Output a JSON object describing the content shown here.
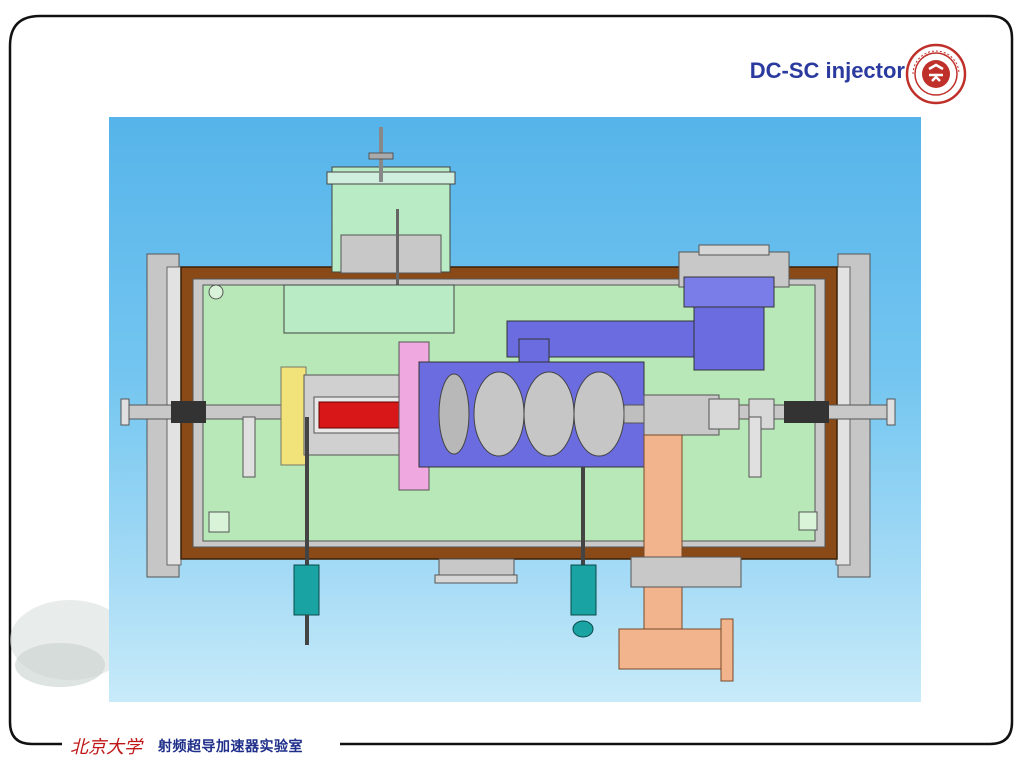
{
  "slide": {
    "title": "DC-SC injector",
    "footer_university": "北京大学",
    "footer_lab": "射频超导加速器实验室"
  },
  "colors": {
    "title": "#2b3a9e",
    "frame": "#111111",
    "background_panel": "#5ab6ea",
    "vessel_wall": "#8a4a18",
    "vacuum_interior": "#b9e8b8",
    "cavity": "#6a6ce0",
    "beampipe": "#c8c8c8",
    "dc_gun_core": "#d81818",
    "flange_yellow": "#f2e27a",
    "pink_block": "#f0a8e0",
    "coupler": "#f2b48c",
    "tuner": "#1aa3a3",
    "seal": "#c0302a",
    "footer_script": "#c01818",
    "footer_lab": "#1f2f8a"
  },
  "icons": [
    "university-seal-icon"
  ]
}
